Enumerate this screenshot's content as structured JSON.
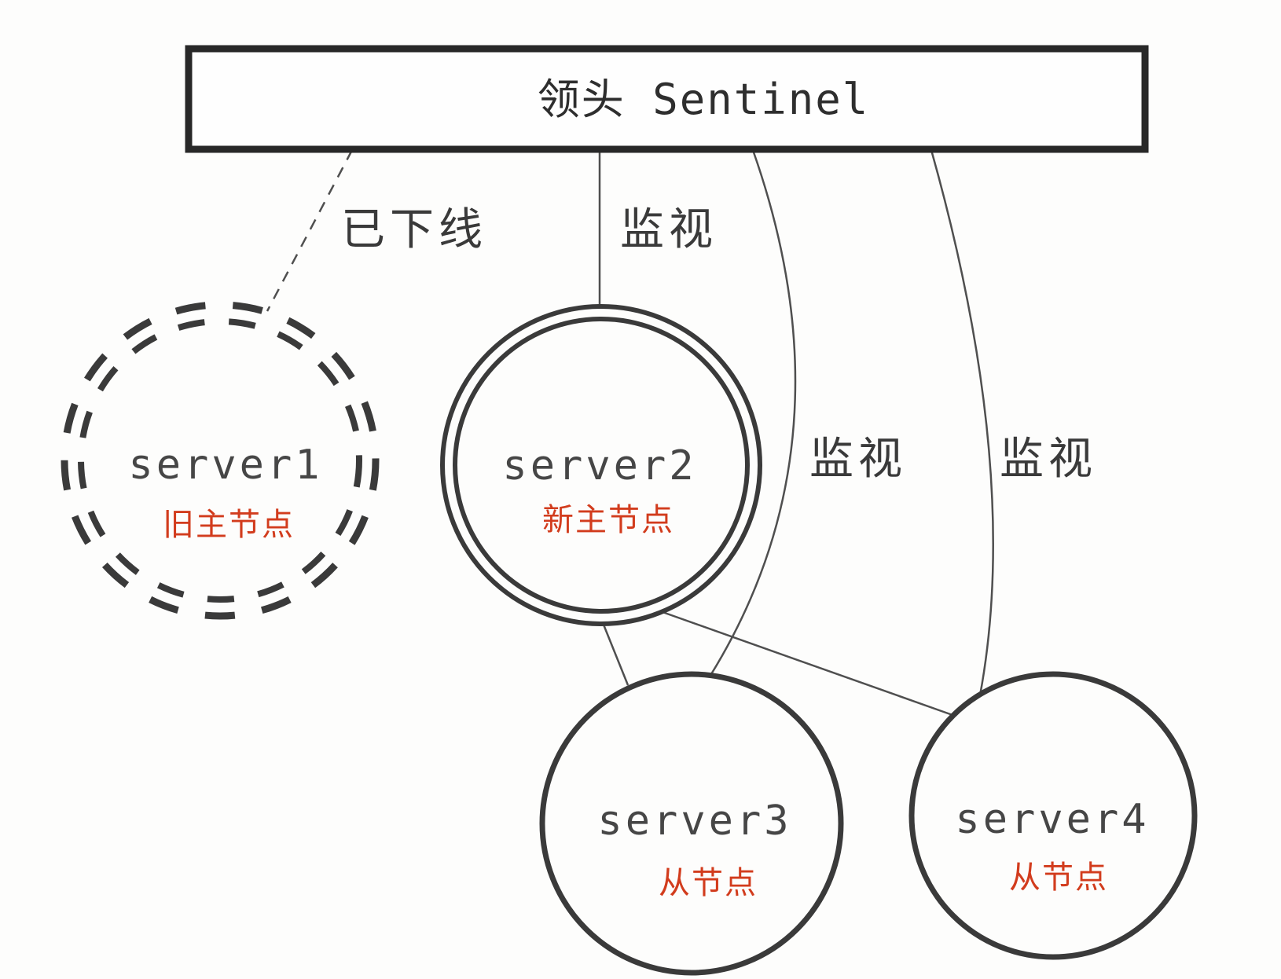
{
  "title": "领头 Sentinel",
  "colors": {
    "box_border": "#282828",
    "ink": "#3a3a3a",
    "line": "#4f4f4f",
    "red": "#d23c1d"
  },
  "edge_labels": {
    "offline": "已下线",
    "monitor_server2": "监视",
    "monitor_server3": "监视",
    "monitor_server4": "监视"
  },
  "nodes": {
    "server1": {
      "name": "server1",
      "role": "旧主节点",
      "state": "offline-old-master"
    },
    "server2": {
      "name": "server2",
      "role": "新主节点",
      "state": "new-master"
    },
    "server3": {
      "name": "server3",
      "role": "从节点",
      "state": "slave"
    },
    "server4": {
      "name": "server4",
      "role": "从节点",
      "state": "slave"
    }
  }
}
